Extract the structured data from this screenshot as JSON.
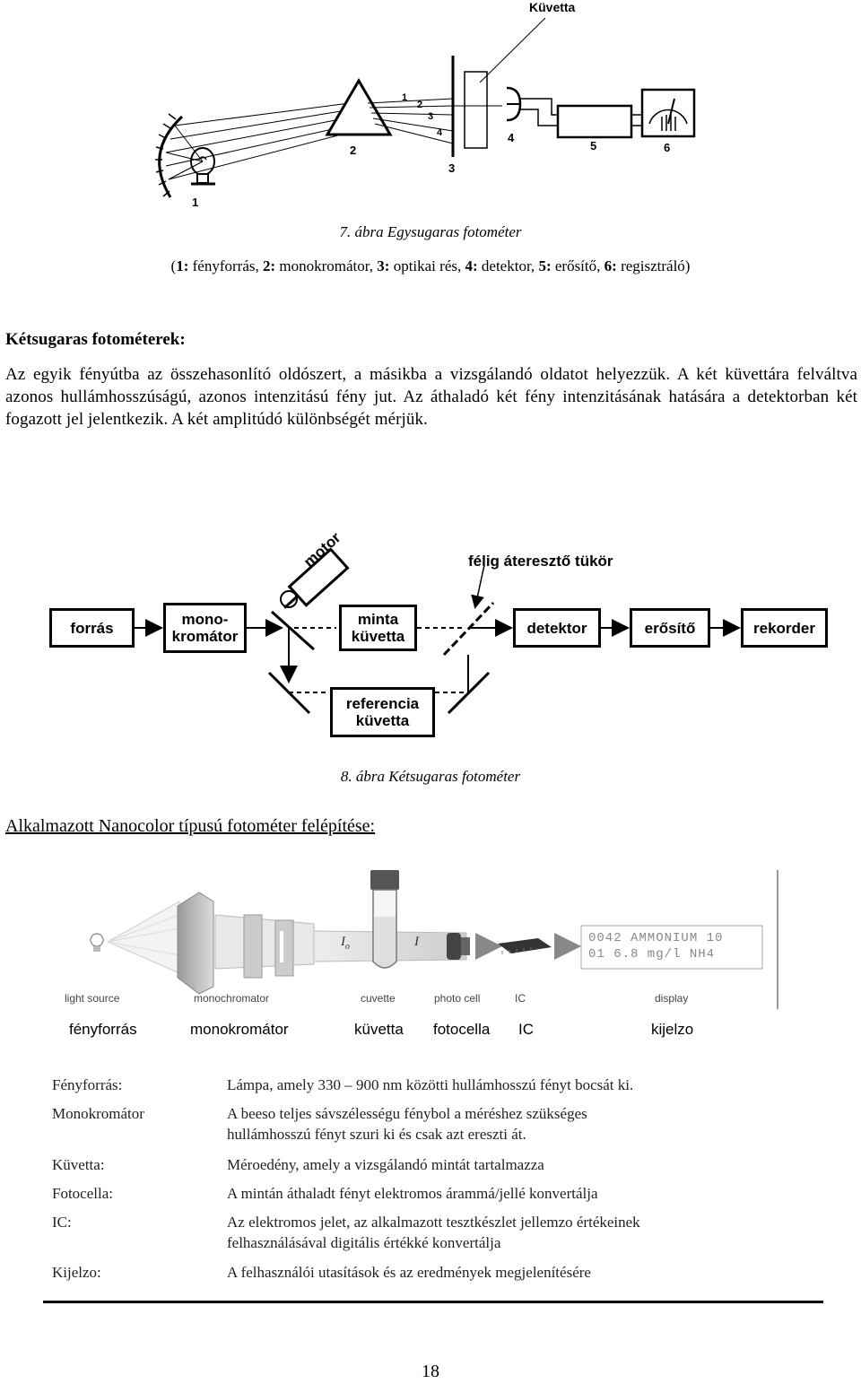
{
  "fig7": {
    "cuvette_label": "Küvetta",
    "numbers": [
      "1",
      "2",
      "3",
      "4",
      "5",
      "6"
    ],
    "caption": "7. ábra Egysugaras fotométer",
    "legend": {
      "open": "(",
      "n1": "1:",
      "t1": " fényforrás, ",
      "n2": "2:",
      "t2": " monokromátor, ",
      "n3": "3:",
      "t3": " optikai rés, ",
      "n4": "4:",
      "t4": " detektor, ",
      "n5": "5:",
      "t5": " erősítő, ",
      "n6": "6:",
      "t6": " regisztráló)"
    }
  },
  "section1": {
    "heading": "Kétsugaras fotométerek:",
    "paragraph": "Az egyik fényútba az összehasonlító oldószert, a másikba a vizsgálandó oldatot helyezzük. A két küvettára felváltva azonos hullámhosszúságú, azonos intenzitású fény jut. Az áthaladó két fény intenzitásának hatására a detektorban két fogazott jel jelentkezik. A két amplitúdó különbségét mérjük."
  },
  "fig8": {
    "boxes": {
      "source": "forrás",
      "mono_1": "mono-",
      "mono_2": "kromátor",
      "sample_1": "minta",
      "sample_2": "küvetta",
      "detector": "detektor",
      "amplifier": "erősítő",
      "recorder": "rekorder",
      "reference_1": "referencia",
      "reference_2": "küvetta"
    },
    "motor": "motor",
    "mirror_label": "félig áteresztő tükör",
    "caption": "8. ábra Kétsugaras fotométer"
  },
  "section2": {
    "heading": "Alkalmazott Nanocolor típusú fotométer felépítése:"
  },
  "nanocolor": {
    "io_label": "I",
    "io_sub": "o",
    "i_label": "I",
    "display_line1": "0042 AMMONIUM 10",
    "display_line2": "01   6.8 mg/l NH4",
    "labels_en": [
      "light source",
      "monochromator",
      "cuvette",
      "photo cell",
      "IC",
      "display"
    ],
    "labels_hu": [
      "fényforrás",
      "monokromátor",
      "küvetta",
      "fotocella",
      "IC",
      "kijelzo"
    ]
  },
  "table": [
    {
      "term": "Fényforrás:",
      "lines": [
        "Lámpa, amely 330 – 900 nm közötti hullámhosszú fényt bocsát ki."
      ]
    },
    {
      "term": "Monokromátor",
      "lines": [
        "A beeso teljes sávszélességu fénybol a méréshez szükséges",
        "hullámhosszú fényt szuri ki és csak azt ereszti át."
      ]
    },
    {
      "term": "Küvetta:",
      "lines": [
        "Méroedény, amely a vizsgálandó mintát tartalmazza"
      ]
    },
    {
      "term": "Fotocella:",
      "lines": [
        "A mintán áthaladt fényt elektromos árammá/jellé konvertálja"
      ]
    },
    {
      "term": "IC:",
      "lines": [
        "Az elektromos jelet, az alkalmazott tesztkészlet jellemzo értékeinek",
        "felhasználásával digitális értékké konvertálja"
      ]
    },
    {
      "term": "Kijelzo:",
      "lines": [
        "A felhasználói utasítások és az eredmények megjelenítésére"
      ]
    }
  ],
  "page_number": "18"
}
